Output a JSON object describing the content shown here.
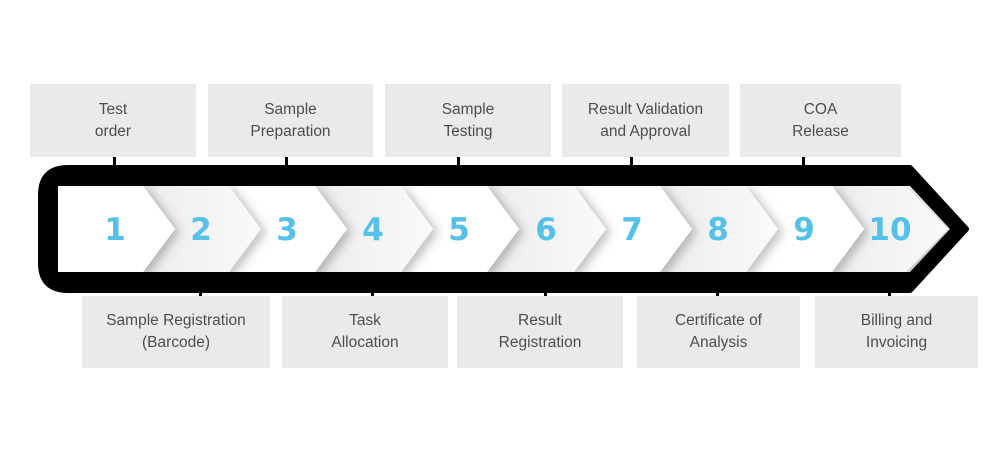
{
  "diagram_type": "process-flow-chevron-band",
  "colors": {
    "accent_blue": "#56c1e8",
    "box_background": "#eaeaea",
    "band_outline": "#000000",
    "label_text": "#4d4d4d",
    "chevron_even_fill": "#ececec",
    "chevron_odd_fill": "#ffffff"
  },
  "steps": [
    {
      "number": "1",
      "label": "Test order",
      "label_position": "top"
    },
    {
      "number": "2",
      "label": "Sample Registration (Barcode)",
      "label_position": "bottom"
    },
    {
      "number": "3",
      "label": "Sample Preparation",
      "label_position": "top"
    },
    {
      "number": "4",
      "label": "Task Allocation",
      "label_position": "bottom"
    },
    {
      "number": "5",
      "label": "Sample Testing",
      "label_position": "top"
    },
    {
      "number": "6",
      "label": "Result Registration",
      "label_position": "bottom"
    },
    {
      "number": "7",
      "label": "Result Validation and Approval",
      "label_position": "top"
    },
    {
      "number": "8",
      "label": "Certificate of Analysis",
      "label_position": "bottom"
    },
    {
      "number": "9",
      "label": "COA Release",
      "label_position": "top"
    },
    {
      "number": "10",
      "label": "Billing and Invoicing",
      "label_position": "bottom"
    }
  ],
  "top_labels": [
    {
      "line1": "Test",
      "line2": "order"
    },
    {
      "line1": "Sample",
      "line2": "Preparation"
    },
    {
      "line1": "Sample",
      "line2": "Testing"
    },
    {
      "line1": "Result Validation",
      "line2": "and Approval"
    },
    {
      "line1": "COA",
      "line2": "Release"
    }
  ],
  "bottom_labels": [
    {
      "line1": "Sample Registration",
      "line2": "(Barcode)"
    },
    {
      "line1": "Task",
      "line2": "Allocation"
    },
    {
      "line1": "Result",
      "line2": "Registration"
    },
    {
      "line1": "Certificate of",
      "line2": "Analysis"
    },
    {
      "line1": "Billing and",
      "line2": "Invoicing"
    }
  ]
}
